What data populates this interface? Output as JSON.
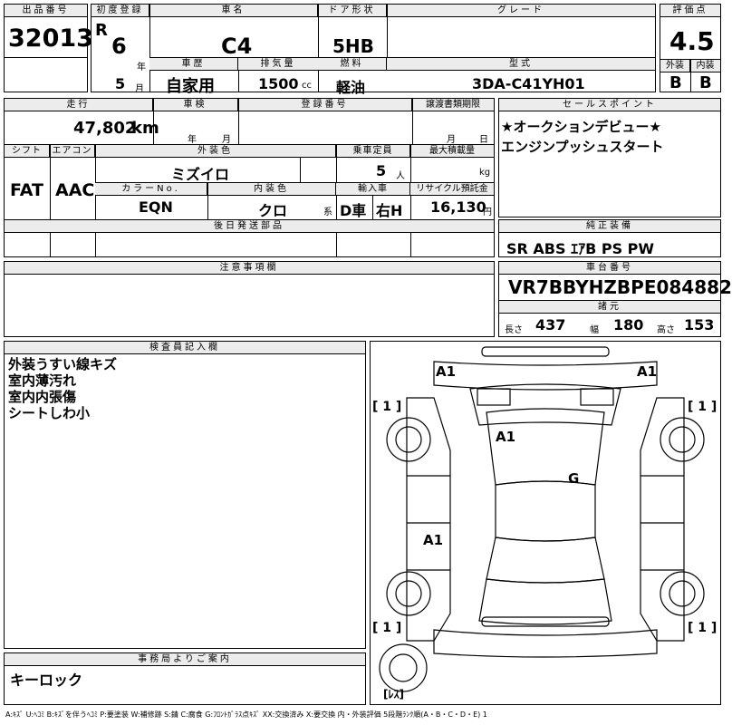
{
  "top": {
    "lot_label": "出品番号",
    "lot_no": "32013",
    "first_reg_label": "初度登録",
    "era": "R",
    "reg_year": "6",
    "year_unit": "年",
    "reg_month": "5",
    "month_unit": "月",
    "car_name_label": "車名",
    "car_name": "C4",
    "door_label": "ドア形状",
    "door_type": "5HB",
    "grade_label": "グレード",
    "grade": "",
    "score_label": "評価点",
    "score": "4.5",
    "history_label": "車歴",
    "history": "自家用",
    "displacement_label": "排気量",
    "displacement": "1500",
    "cc": "cc",
    "fuel_label": "燃料",
    "fuel": "軽油",
    "model_label": "型式",
    "model_code": "3DA-C41YH01",
    "exterior_label": "外装",
    "exterior_grade": "B",
    "interior_label": "内装",
    "interior_grade": "B"
  },
  "row2": {
    "mileage_label": "走行",
    "mileage": "47,802",
    "km": "km",
    "inspection_label": "車検",
    "year_unit": "年",
    "month_unit": "月",
    "reg_number_label": "登録番号",
    "transfer_label": "譲渡書類期限",
    "month_unit2": "月",
    "day_unit": "日",
    "shift_label": "シフト",
    "shift": "FAT",
    "ac_label": "エアコン",
    "ac": "AAC",
    "ext_color_label": "外装色",
    "ext_color": "ミズイロ",
    "capacity_label": "乗車定員",
    "capacity": "5",
    "person_unit": "人",
    "load_label": "最大積載量",
    "kg": "kg",
    "color_no_label": "カラーNo.",
    "color_no": "EQN",
    "int_color_label": "内装色",
    "int_color": "クロ",
    "series_unit": "系",
    "import_label": "輸入車",
    "import_type": "D車",
    "steering": "右H",
    "recycle_label": "リサイクル預託金",
    "recycle": "16,130",
    "yen": "円",
    "later_parts_label": "後日発送部品"
  },
  "selling": {
    "label": "セールスポイント",
    "text": "★オークションデビュー★\nエンジンプッシュスタート"
  },
  "equipment": {
    "label": "純正装備",
    "text": "SR  ABS  ｴｱB  PS  PW"
  },
  "notes": {
    "label": "注意事項欄"
  },
  "chassis": {
    "label": "車台番号",
    "number": "VR7BBYHZBPE084882",
    "dims_label": "諸元",
    "length_label": "長さ",
    "length": "437",
    "width_label": "幅",
    "width": "180",
    "height_label": "高さ",
    "height": "153"
  },
  "inspector": {
    "label": "検査員記入欄",
    "text": "外装うすい線キズ\n室内薄汚れ\n室内内張傷\nシートしわ小"
  },
  "office": {
    "label": "事務局よりご案内",
    "text": "キーロック"
  },
  "diagram": {
    "marks": {
      "front_left": "A1",
      "front_right": "A1",
      "windshield": "A1",
      "roof_glass": "G",
      "rear_window": "A1",
      "tire_fl": "[ 1 ]",
      "tire_fr": "[ 1 ]",
      "tire_rl": "[ 1 ]",
      "tire_rr": "[ 1 ]",
      "spare": "[ﾚｽ]"
    }
  },
  "legend": "A:ｷｽﾞ  U:ﾍｺﾐ  B:ｷｽﾞを伴うﾍｺﾐ  P:要塗装  W:補修跡  S:錆  C:腐食  G:ﾌﾛﾝﾄｶﾞﾗｽ点ｷｽﾞ  XX:交換済み  X:要交換   内・外装評価  5段階ﾗﾝｸ順(A・B・C・D・E) 1"
}
